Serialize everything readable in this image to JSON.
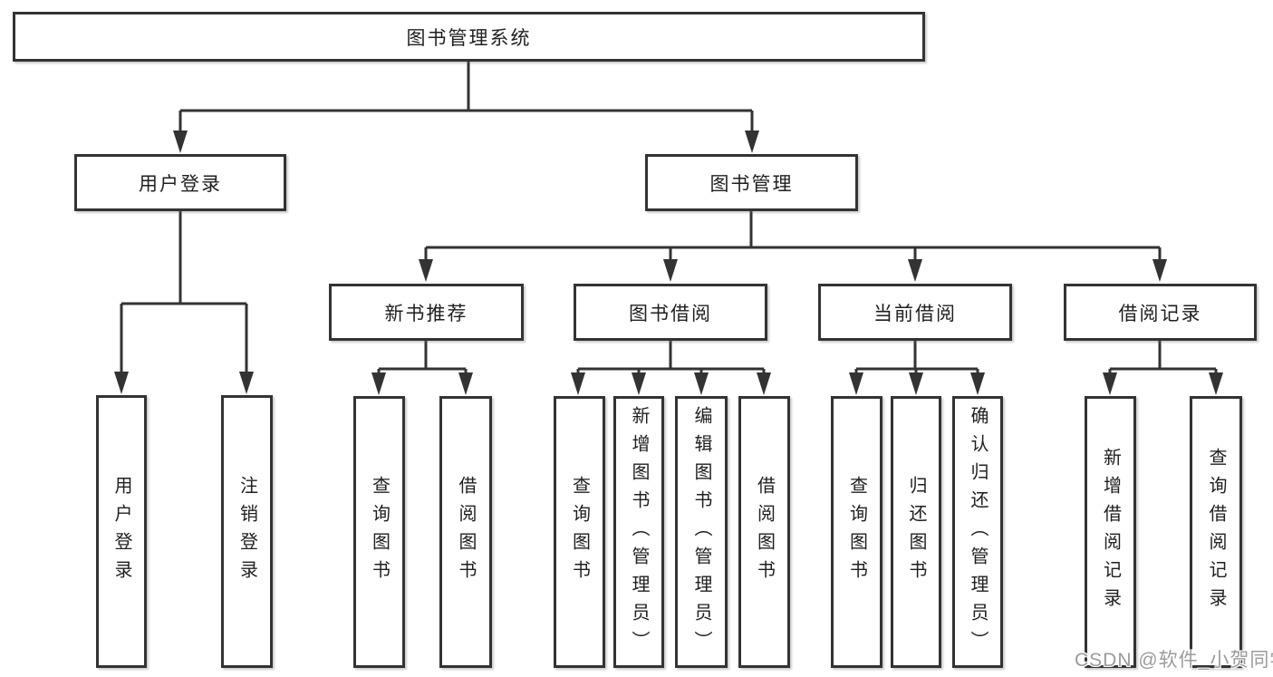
{
  "diagram": {
    "root": {
      "label": "图书管理系统"
    },
    "branches": [
      {
        "label": "用户登录",
        "children": [
          {
            "label": "用户登录"
          },
          {
            "label": "注销登录"
          }
        ]
      },
      {
        "label": "图书管理",
        "children": [
          {
            "label": "新书推荐",
            "children": [
              {
                "label": "查询图书"
              },
              {
                "label": "借阅图书"
              }
            ]
          },
          {
            "label": "图书借阅",
            "children": [
              {
                "label": "查询图书"
              },
              {
                "label": "新增图书（管理员）"
              },
              {
                "label": "编辑图书（管理员）"
              },
              {
                "label": "借阅图书"
              }
            ]
          },
          {
            "label": "当前借阅",
            "children": [
              {
                "label": "查询图书"
              },
              {
                "label": "归还图书"
              },
              {
                "label": "确认归还（管理员）"
              }
            ]
          },
          {
            "label": "借阅记录",
            "children": [
              {
                "label": "新增借阅记录"
              },
              {
                "label": "查询借阅记录"
              }
            ]
          }
        ]
      }
    ]
  },
  "watermark": {
    "text": "CSDN @软件_小贺同学"
  },
  "colors": {
    "line": "#333333",
    "box_border": "#333333",
    "text": "#1f1f1f",
    "watermark": "#9b9b9b",
    "background": "#ffffff"
  }
}
